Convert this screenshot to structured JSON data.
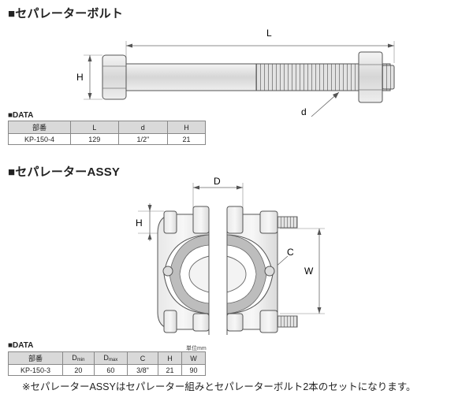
{
  "bolt_section": {
    "heading": "■セパレーターボルト",
    "dims": {
      "length": "L",
      "head_height": "H",
      "thread_dia": "d"
    },
    "data_label": "■DATA",
    "table": {
      "headers": [
        "部番",
        "L",
        "d",
        "H"
      ],
      "row": [
        "KP-150-4",
        "129",
        "1/2\"",
        "21"
      ]
    }
  },
  "assy_section": {
    "heading": "■セパレーターASSY",
    "dims": {
      "opening": "D",
      "height": "H",
      "bolt_size": "C",
      "width": "W"
    },
    "data_label": "■DATA",
    "unit_note": "単位mm",
    "table": {
      "headers": [
        "部番",
        "D",
        "D",
        "C",
        "H",
        "W"
      ],
      "header_subs": [
        "",
        "min",
        "max",
        "",
        "",
        ""
      ],
      "row": [
        "KP-150-3",
        "20",
        "60",
        "3/8\"",
        "21",
        "90"
      ]
    }
  },
  "footer": {
    "note": "※セパレーターASSYはセパレーター組みとセパレーターボルト2本のセットになります。"
  }
}
